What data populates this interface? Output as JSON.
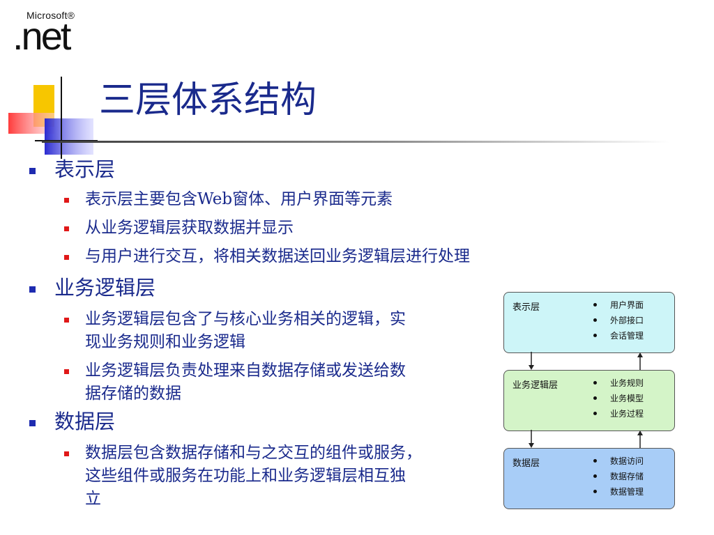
{
  "logo": {
    "brand": "Microsoft®",
    "mark": ".net"
  },
  "title": "三层体系结构",
  "colors": {
    "title": "#1a2a8c",
    "bullet_l1": "#1e2bb0",
    "bullet_l2": "#e01818",
    "box_presentation": "#cdf5f8",
    "box_business": "#d4f4c8",
    "box_data": "#a8cdf7"
  },
  "bullets": [
    {
      "label": "表示层",
      "items": [
        {
          "lines": [
            "表示层主要包含Web窗体、用户界面等元素"
          ]
        },
        {
          "lines": [
            "从业务逻辑层获取数据并显示"
          ]
        },
        {
          "lines": [
            "与用户进行交互，将相关数据送回业务逻辑层进行处理"
          ]
        }
      ]
    },
    {
      "label": "业务逻辑层",
      "items": [
        {
          "lines": [
            "业务逻辑层包含了与核心业务相关的逻辑，实",
            "现业务规则和业务逻辑"
          ]
        },
        {
          "lines": [
            "业务逻辑层负责处理来自数据存储或发送给数",
            "据存储的数据"
          ]
        }
      ]
    },
    {
      "label": "数据层",
      "items": [
        {
          "lines": [
            "数据层包含数据存储和与之交互的组件或服务，",
            "这些组件或服务在功能上和业务逻辑层相互独",
            "立"
          ]
        }
      ]
    }
  ],
  "diagram": {
    "layers": [
      {
        "name": "表示层",
        "items": [
          "用户界面",
          "外部接口",
          "会话管理"
        ]
      },
      {
        "name": "业务逻辑层",
        "items": [
          "业务规则",
          "业务模型",
          "业务过程"
        ]
      },
      {
        "name": "数据层",
        "items": [
          "数据访问",
          "数据存储",
          "数据管理"
        ]
      }
    ]
  }
}
